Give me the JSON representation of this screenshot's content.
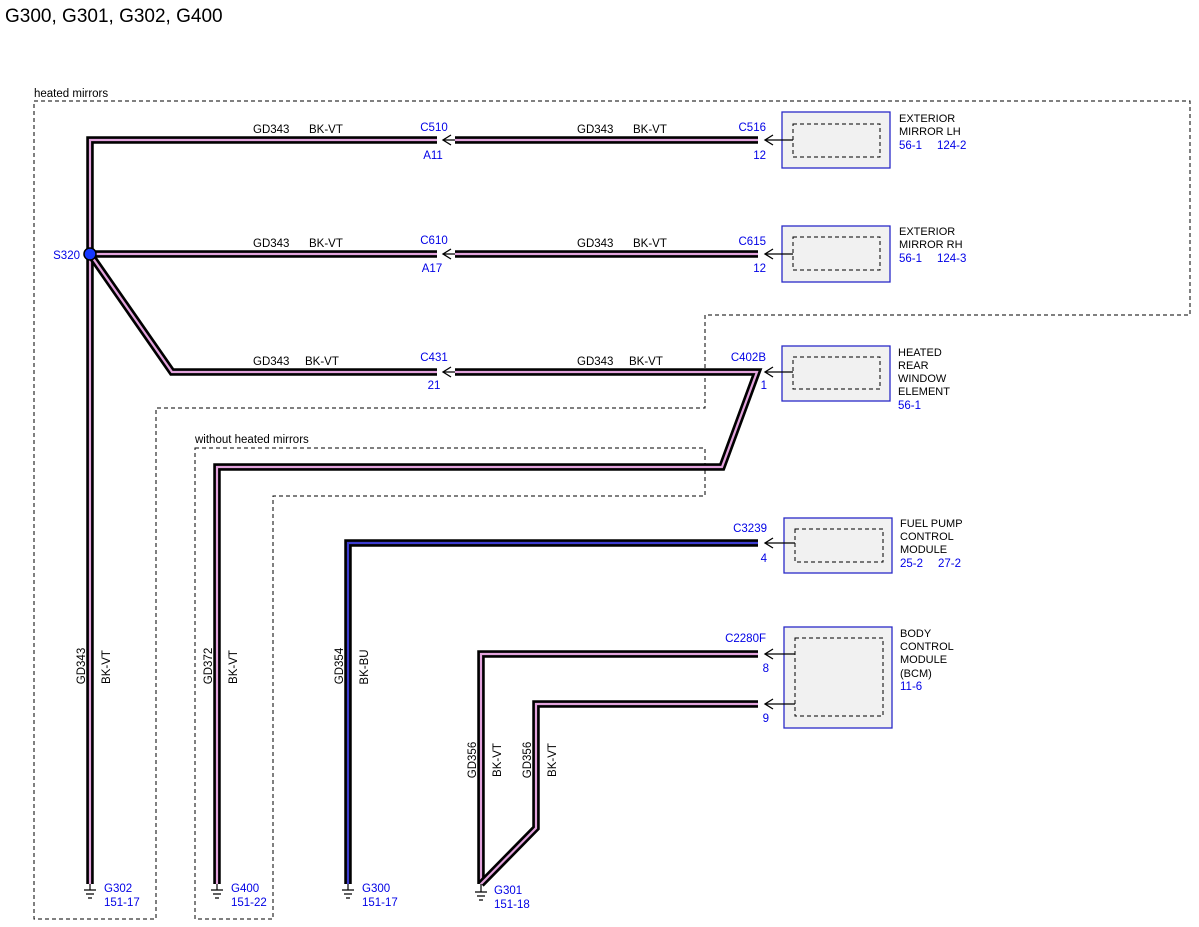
{
  "title": "G300, G301, G302, G400",
  "groups": {
    "heated_mirrors": "heated mirrors",
    "without_heated_mirrors": "without heated mirrors"
  },
  "splice": "S320",
  "harness_runs": [
    {
      "left": {
        "circuit": "GD343",
        "color": "BK-VT"
      },
      "inline": {
        "id": "C510",
        "pin": "A11"
      },
      "right": {
        "circuit": "GD343",
        "color": "BK-VT"
      }
    },
    {
      "left": {
        "circuit": "GD343",
        "color": "BK-VT"
      },
      "inline": {
        "id": "C610",
        "pin": "A17"
      },
      "right": {
        "circuit": "GD343",
        "color": "BK-VT"
      }
    },
    {
      "left": {
        "circuit": "GD343",
        "color": "BK-VT"
      },
      "inline": {
        "id": "C431",
        "pin": "21"
      },
      "right": {
        "circuit": "GD343",
        "color": "BK-VT"
      }
    }
  ],
  "components": [
    {
      "connector": "C516",
      "pins": [
        "12"
      ],
      "name": [
        "EXTERIOR",
        "MIRROR LH"
      ],
      "refs": [
        "56-1",
        "124-2"
      ]
    },
    {
      "connector": "C615",
      "pins": [
        "12"
      ],
      "name": [
        "EXTERIOR",
        "MIRROR RH"
      ],
      "refs": [
        "56-1",
        "124-3"
      ]
    },
    {
      "connector": "C402B",
      "pins": [
        "1"
      ],
      "name": [
        "HEATED",
        "REAR",
        "WINDOW",
        "ELEMENT"
      ],
      "refs": [
        "56-1"
      ]
    },
    {
      "connector": "C3239",
      "pins": [
        "4"
      ],
      "name": [
        "FUEL PUMP",
        "CONTROL",
        "MODULE"
      ],
      "refs": [
        "25-2",
        "27-2"
      ]
    },
    {
      "connector": "C2280F",
      "pins": [
        "8",
        "9"
      ],
      "name": [
        "BODY",
        "CONTROL",
        "MODULE",
        "(BCM)"
      ],
      "refs": [
        "11-6"
      ]
    }
  ],
  "ground_wires": [
    {
      "circuit": "GD343",
      "color": "BK-VT"
    },
    {
      "circuit": "GD372",
      "color": "BK-VT"
    },
    {
      "circuit": "GD354",
      "color": "BK-BU"
    },
    {
      "circuit": "GD356",
      "color": "BK-VT"
    },
    {
      "circuit": "GD356",
      "color": "BK-VT"
    }
  ],
  "grounds": [
    {
      "id": "G302",
      "ref": "151-17"
    },
    {
      "id": "G400",
      "ref": "151-22"
    },
    {
      "id": "G300",
      "ref": "151-17"
    },
    {
      "id": "G301",
      "ref": "151-18"
    }
  ],
  "colors": {
    "link_blue": "#0000e6",
    "component_border": "#2a2ac8",
    "component_fill": "#f1f1f1",
    "wire_black": "#000000",
    "stripe_violet": "#e2a3dc",
    "stripe_blue": "#3d3dd0",
    "splice_blue": "#1538ff"
  }
}
